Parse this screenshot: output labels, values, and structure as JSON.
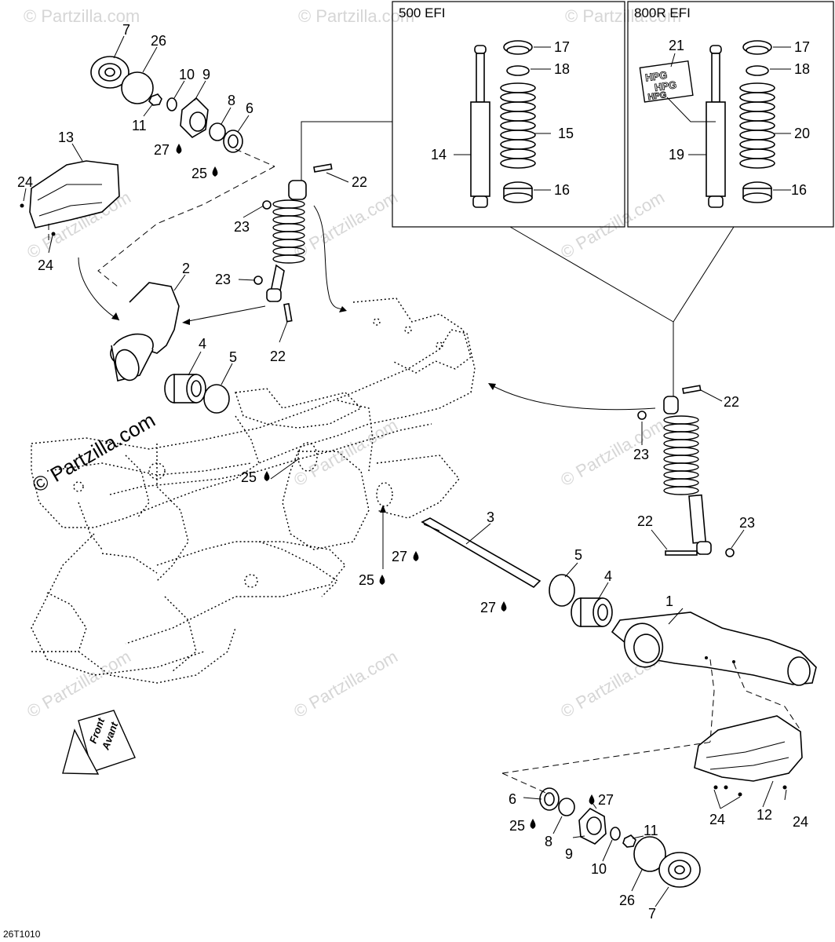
{
  "boxes": {
    "left_title": "500 EFI",
    "right_title": "800R EFI"
  },
  "labels": {
    "p1": "1",
    "p2": "2",
    "p3": "3",
    "p4a": "4",
    "p4b": "4",
    "p5a": "5",
    "p5b": "5",
    "p6a": "6",
    "p6b": "6",
    "p7a": "7",
    "p7b": "7",
    "p8a": "8",
    "p8b": "8",
    "p9a": "9",
    "p9b": "9",
    "p10a": "10",
    "p10b": "10",
    "p11a": "11",
    "p11b": "11",
    "p12": "12",
    "p13": "13",
    "p14": "14",
    "p15": "15",
    "p16a": "16",
    "p16b": "16",
    "p17a": "17",
    "p17b": "17",
    "p18a": "18",
    "p18b": "18",
    "p19": "19",
    "p20": "20",
    "p21": "21",
    "p22a": "22",
    "p22b": "22",
    "p22c": "22",
    "p22d": "22",
    "p23a": "23",
    "p23b": "23",
    "p23c": "23",
    "p23d": "23",
    "p24a": "24",
    "p24b": "24",
    "p24c": "24",
    "p24d": "24",
    "p25a": "25",
    "p25b": "25",
    "p25c": "25",
    "p25d": "25",
    "p26a": "26",
    "p26b": "26",
    "p27a": "27",
    "p27b": "27",
    "p27c": "27",
    "p27d": "27"
  },
  "direction": {
    "line1": "Front",
    "line2": "Avant"
  },
  "hpg_label": "HPG",
  "watermark": "© Partzilla.com",
  "diagram_code": "26T1010"
}
